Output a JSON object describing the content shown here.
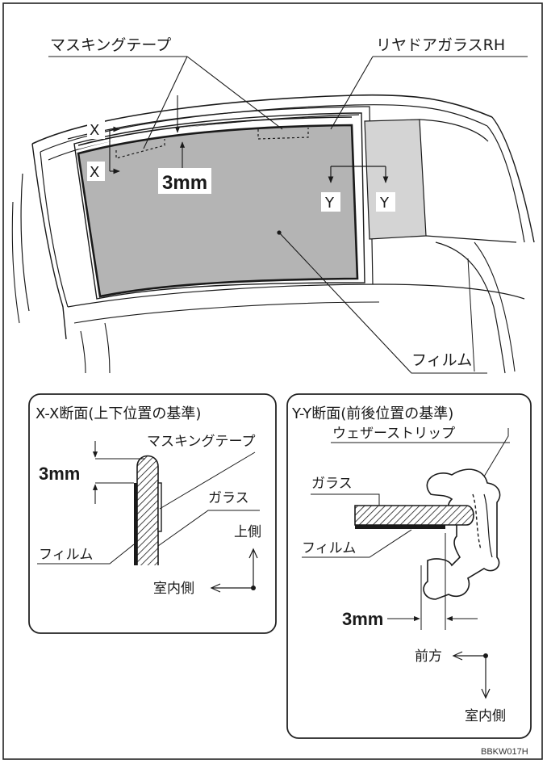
{
  "main_view": {
    "masking_tape": "マスキングテープ",
    "rear_door_glass": "リヤドアガラスRH",
    "film": "フィルム",
    "x_marker": "X",
    "y_marker": "Y",
    "gap": "3mm"
  },
  "section_xx": {
    "title": "X-X断面(上下位置の基準)",
    "gap": "3mm",
    "masking_tape": "マスキングテープ",
    "glass": "ガラス",
    "film": "フィルム",
    "up": "上側",
    "inside": "室内側"
  },
  "section_yy": {
    "title": "Y-Y断面(前後位置の基準)",
    "weatherstrip": "ウェザーストリップ",
    "glass": "ガラス",
    "film": "フィルム",
    "gap": "3mm",
    "front": "前方",
    "inside": "室内側"
  },
  "code": "BBKW017H",
  "colors": {
    "film_fill": "#b4b4b4",
    "quarter_glass": "#d4d4d4",
    "line": "#1a1a1a",
    "border": "#222222"
  }
}
